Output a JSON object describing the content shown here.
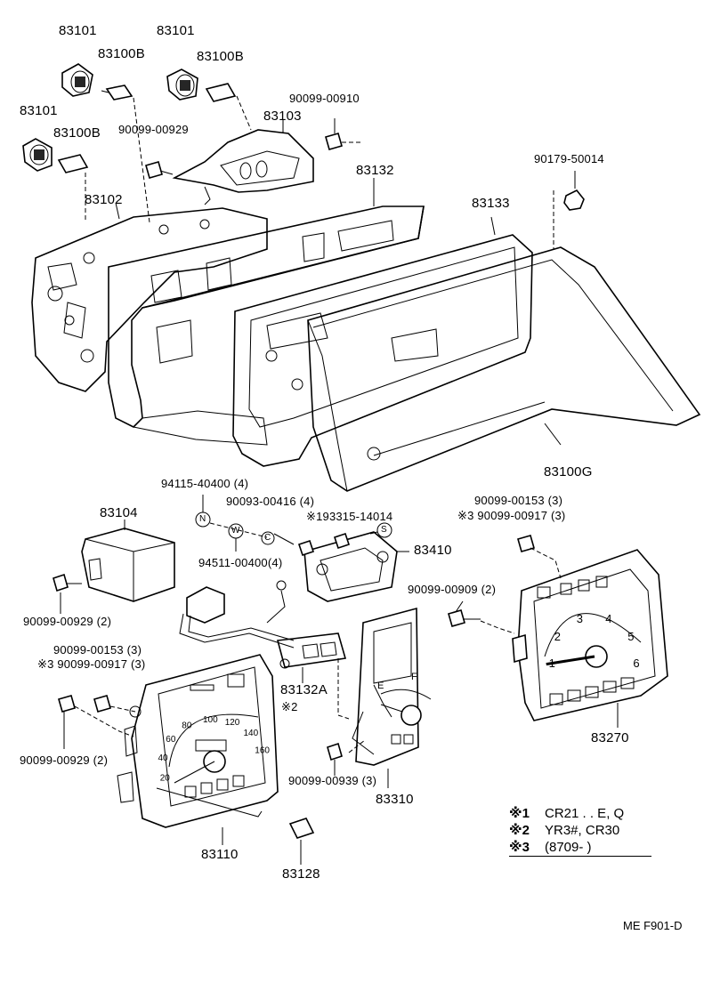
{
  "parts": {
    "p83101_a": "83101",
    "p83101_b": "83101",
    "p83101_c": "83101",
    "p83100B_a": "83100B",
    "p83100B_b": "83100B",
    "p83100B_c": "83100B",
    "p90099_00910": "90099-00910",
    "p90099_00929_top": "90099-00929",
    "p83103": "83103",
    "p83132": "83132",
    "p90179_50014": "90179-50014",
    "p83133": "83133",
    "p83102": "83102",
    "p83100G": "83100G",
    "p94115_40400": "94115-40400 (4)",
    "p90093_00416": "90093-00416 (4)",
    "p193315_14014": "※193315-14014",
    "p94511_00400": "94511-00400(4)",
    "p83410": "83410",
    "p83104": "83104",
    "p90099_00929_2a": "90099-00929  (2)",
    "p90099_00153_r": "90099-00153 (3)",
    "p90099_00917_r": "※3 90099-00917 (3)",
    "p90099_00909": "90099-00909 (2)",
    "p90099_00153_l": "90099-00153 (3)",
    "p90099_00917_l": "※3 90099-00917 (3)",
    "p90099_00929_2b": "90099-00929  (2)",
    "p83132A": "83132A",
    "p83132A_note": "※2",
    "p90099_00939": "90099-00939 (3)",
    "p83310": "83310",
    "p83270": "83270",
    "p83110": "83110",
    "p83128": "83128"
  },
  "callouts": {
    "n": "N",
    "w": "W",
    "c": "C",
    "s": "S"
  },
  "tach": {
    "ticks": [
      "1",
      "2",
      "3",
      "4",
      "5",
      "6"
    ],
    "needle_value": 0.4
  },
  "speedo": {
    "ticks": [
      "20",
      "40",
      "60",
      "80",
      "100",
      "120",
      "140",
      "160"
    ]
  },
  "fuel": {
    "empty": "E",
    "full": "F"
  },
  "notes": [
    {
      "key": "※1",
      "text": "CR21 . . E, Q"
    },
    {
      "key": "※2",
      "text": "YR3#, CR30"
    },
    {
      "key": "※3",
      "text": "(8709-        )"
    }
  ],
  "ref": "ME F901-D"
}
